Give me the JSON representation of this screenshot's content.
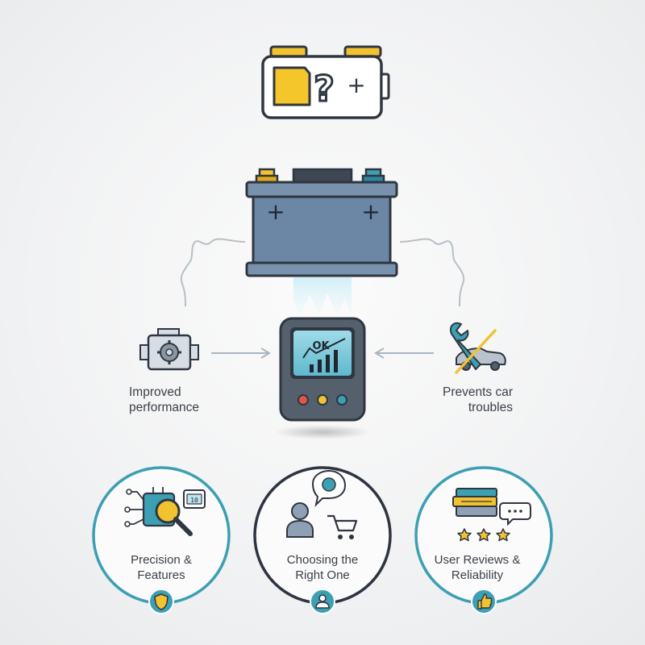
{
  "battery_top": {
    "symbol": "?",
    "sign": "+"
  },
  "car_battery": {
    "left_sign": "+",
    "right_sign": "+"
  },
  "tester": {
    "screen_text": "OK"
  },
  "left_benefit": {
    "line1": "Improved",
    "line2": "performance"
  },
  "right_benefit": {
    "line1": "Prevents car",
    "line2": "troubles"
  },
  "circles": [
    {
      "line1": "Precision &",
      "line2": "Features",
      "chip_text": "10"
    },
    {
      "line1": "Choosing the",
      "line2": "Right One"
    },
    {
      "line1": "User Reviews &",
      "line2": "Reliability"
    }
  ],
  "colors": {
    "teal": "#3d9fb4",
    "dark_ring": "#2e3540",
    "yellow": "#f2c230",
    "outline": "#2f3640",
    "battery_body": "#6c87a6"
  },
  "icons": {
    "top": "battery-question-icon",
    "left": "engine-gear-icon",
    "right": "wrench-car-crossed-icon",
    "circle1": "chip-magnifier-icon",
    "circle2": "person-cart-icon",
    "circle3": "books-reviews-icon",
    "badge1": "shield-icon",
    "badge2": "user-icon",
    "badge3": "thumbs-up-icon"
  }
}
